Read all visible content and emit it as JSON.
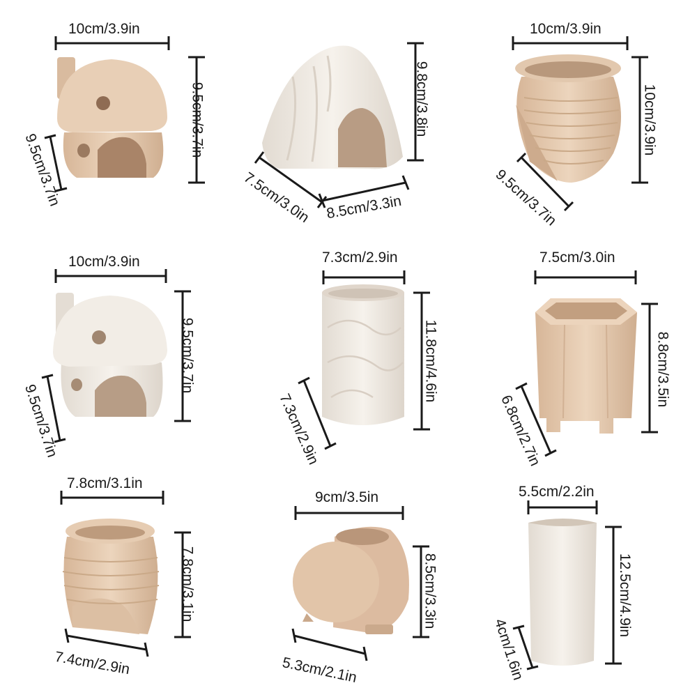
{
  "pots": [
    {
      "id": "mushroom-house-tan",
      "width": "10cm/3.9in",
      "height": "9.5cm/3.7in",
      "depth": "9.5cm/3.7in"
    },
    {
      "id": "stump-house",
      "height": "9.8cm/3.8in",
      "depth": "7.5cm/3.0in",
      "width": "8.5cm/3.3in"
    },
    {
      "id": "ribbed-jar-tan",
      "width": "10cm/3.9in",
      "height": "10cm/3.9in",
      "depth": "9.5cm/3.7in"
    },
    {
      "id": "mushroom-house-white",
      "width": "10cm/3.9in",
      "height": "9.5cm/3.7in",
      "depth": "9.5cm/3.7in"
    },
    {
      "id": "leaf-cylinder",
      "width": "7.3cm/2.9in",
      "height": "11.8cm/4.6in",
      "depth": "7.3cm/2.9in"
    },
    {
      "id": "hexagon-pot",
      "width": "7.5cm/3.0in",
      "height": "8.8cm/3.5in",
      "depth": "6.8cm/2.7in"
    },
    {
      "id": "ribbed-jar-small",
      "width": "7.8cm/3.1in",
      "height": "7.8cm/3.1in",
      "depth": "7.4cm/2.9in"
    },
    {
      "id": "round-pocket-pot",
      "width": "9cm/3.5in",
      "height": "8.5cm/3.3in",
      "depth": "5.3cm/2.1in"
    },
    {
      "id": "half-cylinder-vase",
      "width": "5.5cm/2.2in",
      "height": "12.5cm/4.9in",
      "depth": "4cm/1.6in"
    }
  ],
  "colors": {
    "tan": "#e3c9ad",
    "tan_shade": "#c9a789",
    "white_clay": "#efe9e1",
    "white_shade": "#d8cfc4",
    "line": "#1a1a1a"
  }
}
